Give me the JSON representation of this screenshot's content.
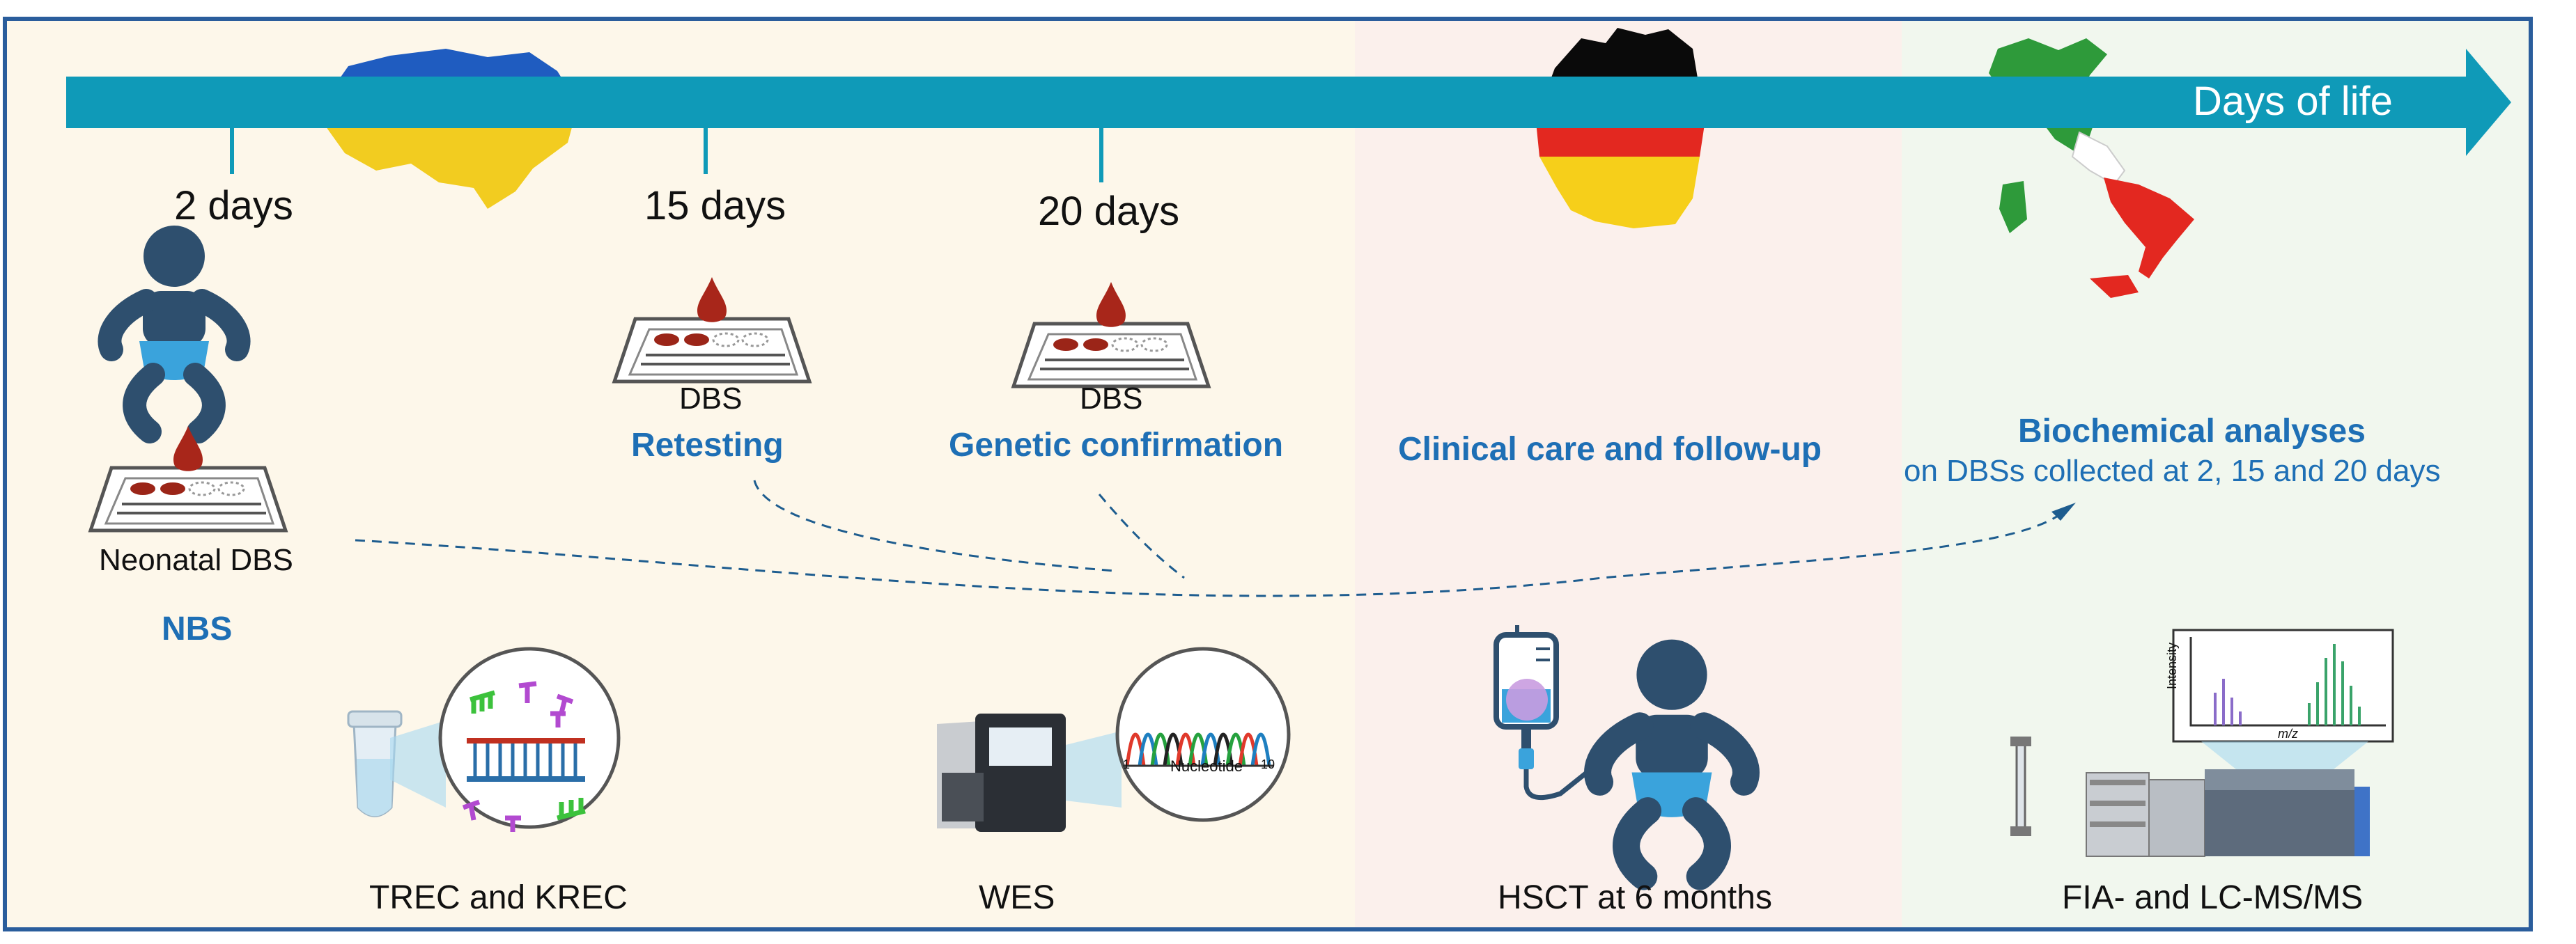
{
  "timeline": {
    "arrow_label": "Days of life",
    "arrow_color": "#0f9ab8",
    "ticks": [
      "2 days",
      "15 days",
      "20 days"
    ]
  },
  "stages": {
    "nbs": {
      "sample_label": "Neonatal DBS",
      "title": "NBS"
    },
    "retesting": {
      "sample_label": "DBS",
      "title": "Retesting"
    },
    "genetic": {
      "sample_label": "DBS",
      "title": "Genetic confirmation"
    },
    "clinical": {
      "title": "Clinical care and follow-up"
    },
    "biochemical": {
      "title": "Biochemical analyses",
      "subtitle": "on DBSs collected at 2, 15 and 20 days"
    }
  },
  "methods": {
    "trec": "TREC and KREC",
    "wes": "WES",
    "wes_plot_label": "Nucleotide",
    "wes_axis_start": "1",
    "wes_axis_end": "10",
    "hsct": "HSCT at 6 months",
    "ms": "FIA- and LC-MS/MS",
    "ms_ylabel": "Intensity",
    "ms_xlabel": "m/z"
  },
  "colors": {
    "accent_blue": "#1e6fb5",
    "frame": "#2a5d9c",
    "panel_ukraine": "#fdf7ea",
    "panel_germany": "#fbf0ec",
    "panel_italy": "#f1f7ee",
    "figure_navy": "#2e4f6e",
    "diaper_blue": "#3aa3dc",
    "blood_red": "#a8261a"
  },
  "icons": [
    "baby-icon",
    "dbs-card-icon",
    "ukraine-map-icon",
    "germany-map-icon",
    "italy-map-icon",
    "tube-icon",
    "dna-magnifier-icon",
    "sequencer-icon",
    "iv-bag-icon",
    "mass-spectrometer-icon",
    "column-icon"
  ]
}
